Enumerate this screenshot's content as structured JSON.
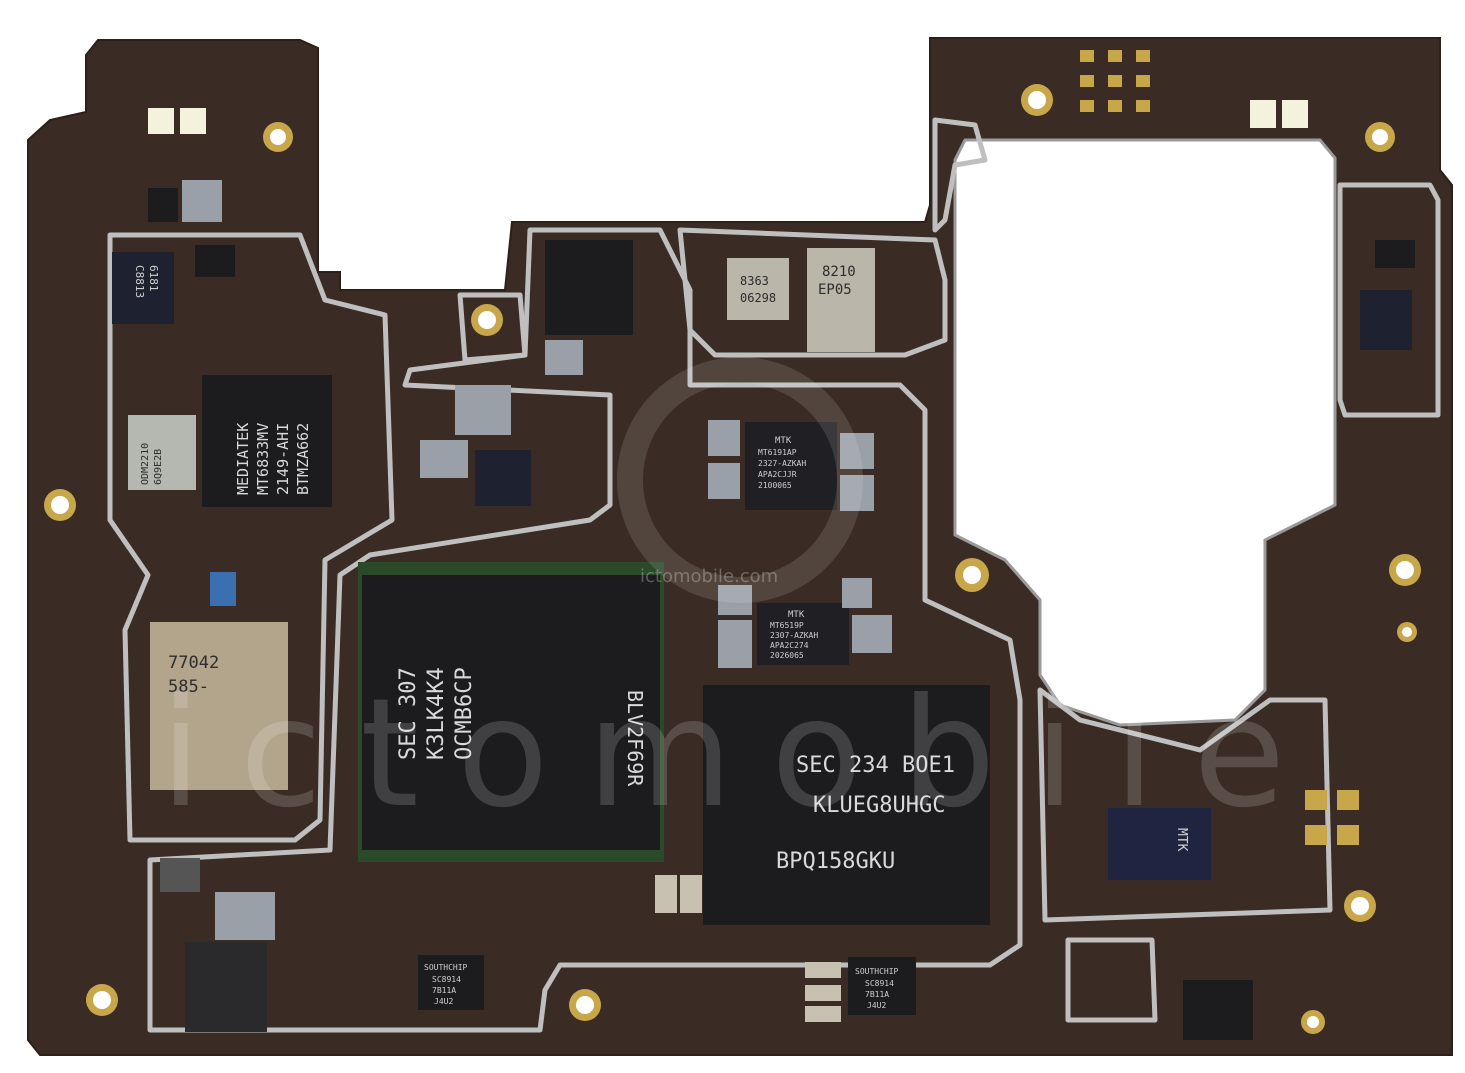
{
  "image": {
    "subject": "smartphone mainboard (PCB) scan",
    "colors": {
      "background": "#ffffff",
      "board": "#3a2c24",
      "board_dark": "#2f231c",
      "shield_line": "#bfbfbf",
      "gold": "#c8a64a",
      "chip_black": "#1c1c1f",
      "chip_metal": "#9aa0a8",
      "led": "#f4f1dd"
    }
  },
  "chips": {
    "pmic": {
      "lines": [
        "MEDIATEK",
        "MT6833MV",
        "2149-AHI",
        "BTMZA662"
      ]
    },
    "ram": {
      "lines": [
        "SEC 307",
        "K3LK4K4",
        "OCMB6CP"
      ],
      "side": "BLV2F69R"
    },
    "ufs": {
      "lines": [
        "SEC 234 BOE1",
        "KLUEG8UHGC",
        "BPQ158GKU"
      ]
    },
    "rf_front": {
      "lines": [
        "77042",
        "585-"
      ]
    },
    "pa_top": {
      "lines": [
        "8363",
        "06298"
      ]
    },
    "pa_ep": {
      "lines": [
        "8210",
        "EP05"
      ]
    },
    "mtk_upper": {
      "lines": [
        "MTK",
        "MT6191AP",
        "2327-AZKAH",
        "APA2CJJR",
        "2100065"
      ]
    },
    "mtk_lower": {
      "lines": [
        "MTK",
        "MT6519P",
        "2307-AZKAH",
        "APA2C274",
        "2026065"
      ]
    },
    "mtk_right": {
      "lines": [
        "MTK"
      ]
    },
    "southchip_left": {
      "lines": [
        "SOUTHCHIP",
        "SC8914",
        "7B11A",
        "J4U2"
      ]
    },
    "southchip_right": {
      "lines": [
        "SOUTHCHIP",
        "SC8914",
        "7B11A",
        "J4U2"
      ]
    },
    "small_left": {
      "lines": [
        "6181",
        "C8813"
      ]
    },
    "small_mid": {
      "lines": [
        "ODM2210",
        "6Q9E2B"
      ]
    }
  },
  "watermark": {
    "large": "ictomobile",
    "small": "ictomobile.com"
  }
}
